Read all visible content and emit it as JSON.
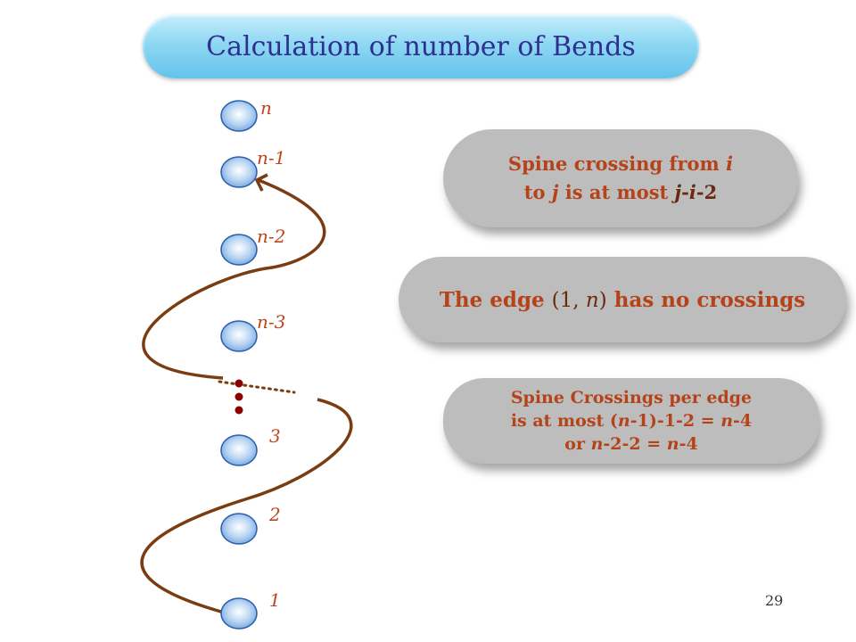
{
  "title": "Calculation of number of Bends",
  "nodes": [
    {
      "label": "n"
    },
    {
      "label": "n-1"
    },
    {
      "label": "n-2"
    },
    {
      "label": "n-3"
    },
    {
      "label": "3"
    },
    {
      "label": "2"
    },
    {
      "label": "1"
    }
  ],
  "boxes": {
    "spine_crossing": {
      "line1": {
        "a": "Spine crossing from ",
        "b": "i"
      },
      "line2": {
        "a": "to ",
        "b": "j",
        "c": " is at most ",
        "d": "j",
        "e": "-",
        "f": "i",
        "g": "-2"
      }
    },
    "edge_no_crossings": {
      "a": "The edge ",
      "b": "(1, ",
      "c": "n",
      "d": ")",
      "e": " has no crossings"
    },
    "per_edge": {
      "line1": "Spine Crossings per edge",
      "line2": {
        "a": "is at most (",
        "b": "n",
        "c": "-1)-1-2 = ",
        "d": "n",
        "e": "-4"
      },
      "line3": {
        "a": "or ",
        "b": "n",
        "c": "-2-2 = ",
        "d": "n",
        "e": "-4"
      }
    }
  },
  "page_number": "29",
  "colors": {
    "node_fill": "#7fb2e6",
    "edge": "#7a3d12",
    "dots": "#8b0000",
    "box_text": "#b5431a",
    "title_text": "#2f2f8f"
  }
}
